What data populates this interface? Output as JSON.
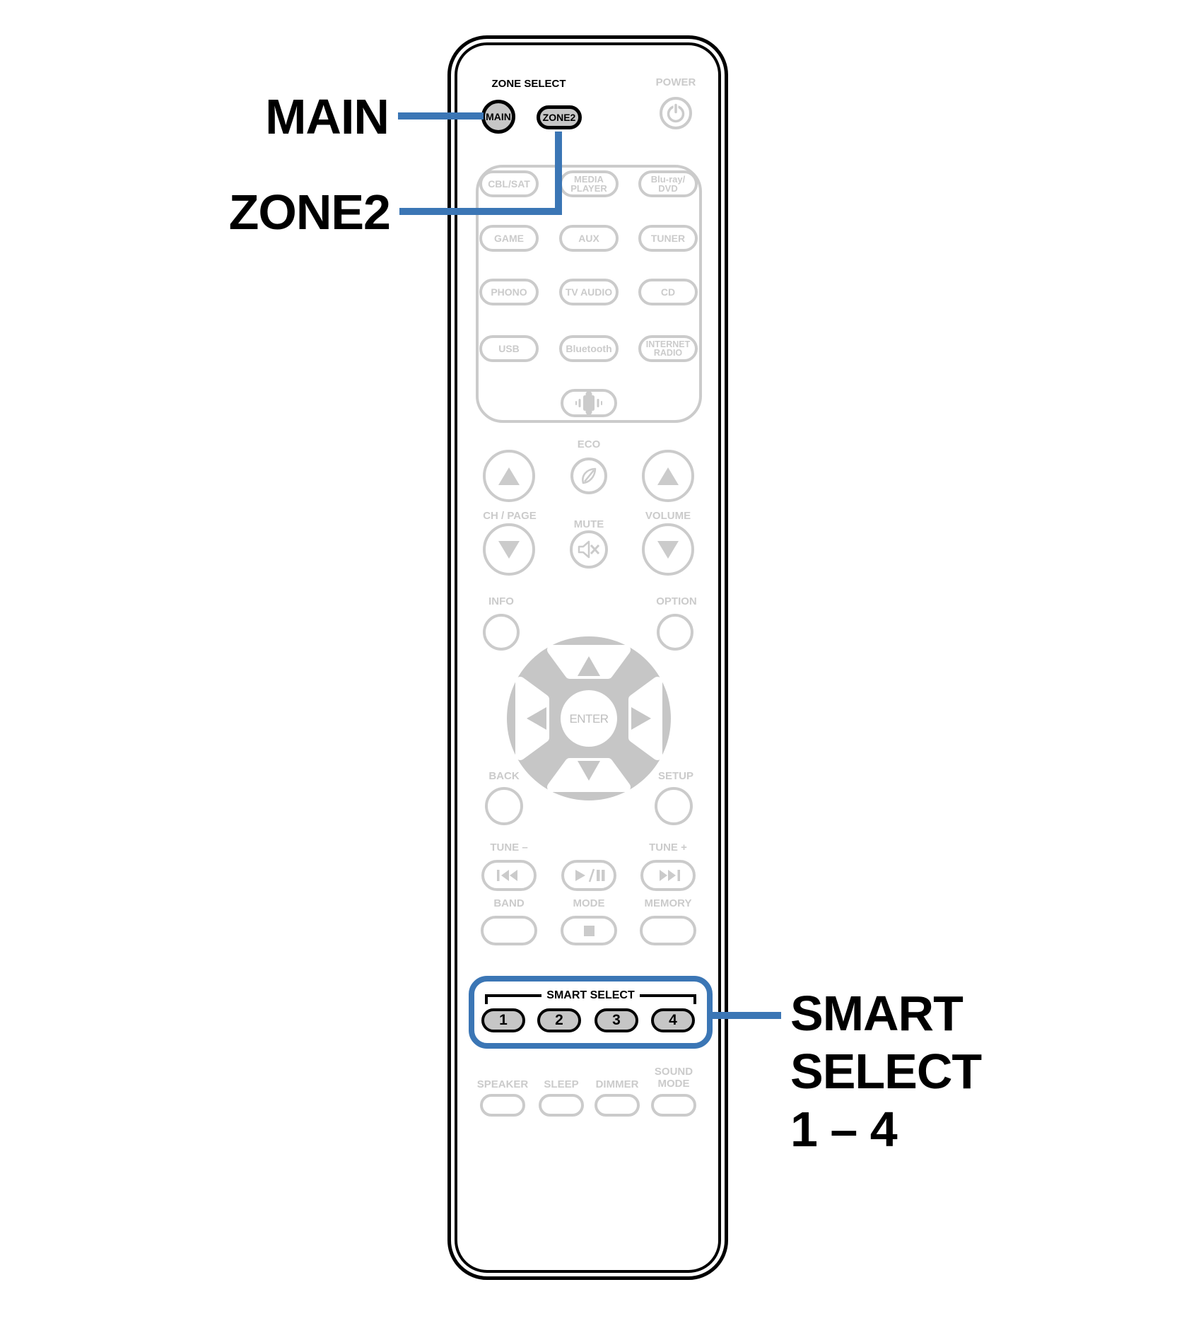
{
  "colors": {
    "accent_blue": "#3B76B5",
    "inactive_gray": "#CBCBCB",
    "button_fill_gray": "#C6C6C6",
    "outline_black": "#000000"
  },
  "callouts": {
    "main_label": "MAIN",
    "zone2_label": "ZONE2",
    "smart_line1": "SMART",
    "smart_line2": "SELECT",
    "smart_line3": "1 – 4"
  },
  "remote": {
    "zone_select_label": "ZONE SELECT",
    "power_label": "POWER",
    "main_button": "MAIN",
    "zone2_button": "ZONE2",
    "sources": [
      {
        "l1": "CBL/SAT"
      },
      {
        "l1": "MEDIA",
        "l2": "PLAYER"
      },
      {
        "l1": "Blu-ray/",
        "l2": "DVD"
      },
      {
        "l1": "GAME"
      },
      {
        "l1": "AUX"
      },
      {
        "l1": "TUNER"
      },
      {
        "l1": "PHONO"
      },
      {
        "l1": "TV AUDIO"
      },
      {
        "l1": "CD"
      },
      {
        "l1": "USB"
      },
      {
        "l1": "Bluetooth"
      },
      {
        "l1": "INTERNET",
        "l2": "RADIO"
      }
    ],
    "eco_label": "ECO",
    "ch_page_label": "CH / PAGE",
    "mute_label": "MUTE",
    "volume_label": "VOLUME",
    "info_label": "INFO",
    "option_label": "OPTION",
    "enter_label": "ENTER",
    "back_label": "BACK",
    "setup_label": "SETUP",
    "tune_minus_label": "TUNE –",
    "tune_plus_label": "TUNE +",
    "band_label": "BAND",
    "mode_label": "MODE",
    "memory_label": "MEMORY",
    "smart_select_label": "SMART SELECT",
    "smart_buttons": [
      "1",
      "2",
      "3",
      "4"
    ],
    "speaker_label": "SPEAKER",
    "sleep_label": "SLEEP",
    "dimmer_label": "DIMMER",
    "sound_mode_line1": "SOUND",
    "sound_mode_line2": "MODE",
    "icons": [
      "power-icon",
      "sound-wave-icon",
      "eco-leaf-icon",
      "mute-icon",
      "channel-up-icon",
      "channel-down-icon",
      "volume-up-icon",
      "volume-down-icon",
      "dpad-arrows",
      "skip-back-icon",
      "play-pause-icon",
      "skip-forward-icon",
      "stop-icon"
    ]
  }
}
